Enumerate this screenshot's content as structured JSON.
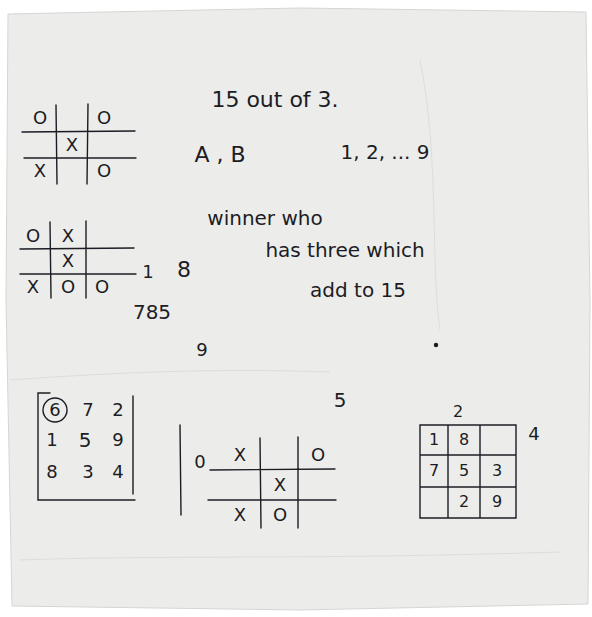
{
  "diagram": {
    "labels": [
      "O",
      "O",
      "15 out of 3.",
      "X",
      "A , B",
      "1, 2, ... 9",
      "X",
      "O",
      "winner who",
      "O",
      "X",
      "has three which",
      "X",
      "1",
      "8",
      "X",
      "O",
      "O",
      "add to 15",
      "785",
      "9",
      "5",
      "2",
      "6",
      "7",
      "2",
      "4",
      "1",
      "8",
      "1",
      "5",
      "9",
      "O",
      "X",
      "0",
      "7",
      "5",
      "3",
      "8",
      "3",
      "4",
      "X",
      "2",
      "9",
      "X",
      "O"
    ]
  }
}
